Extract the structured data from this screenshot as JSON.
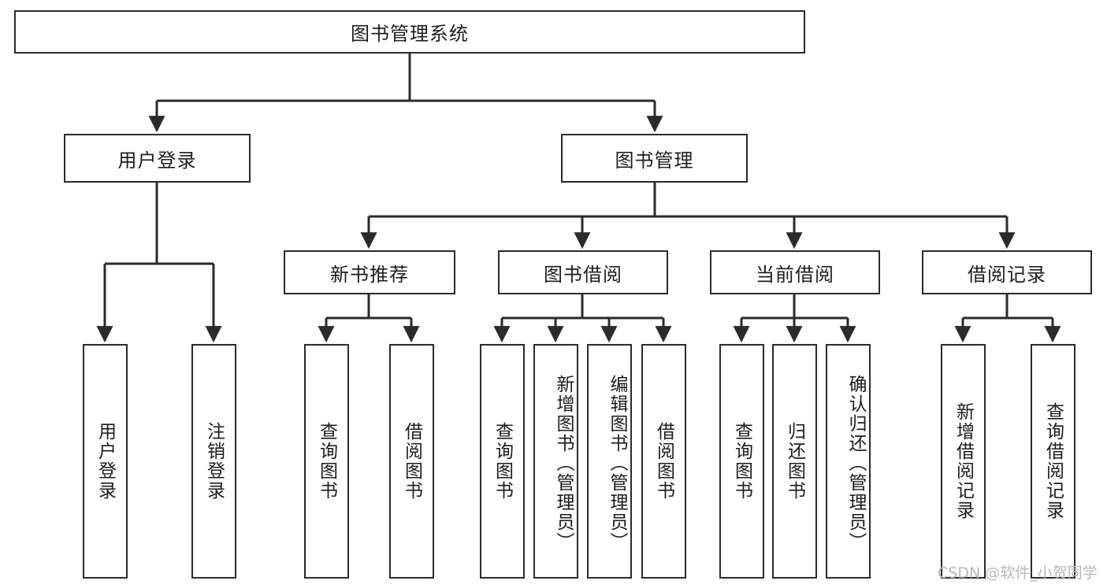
{
  "diagram": {
    "title": "图书管理系统",
    "type": "hierarchy-tree",
    "colors": {
      "box_border": "#2b2b2b",
      "box_fill": "#ffffff",
      "line": "#2b2b2b",
      "text": "#1d1d1d",
      "watermark": "#b8b8b8",
      "background": "#ffffff"
    },
    "root": {
      "label": "图书管理系统"
    },
    "level2": [
      {
        "id": "user-login",
        "label": "用户登录"
      },
      {
        "id": "book-manage",
        "label": "图书管理"
      }
    ],
    "level3": [
      {
        "id": "new-book-recommend",
        "label": "新书推荐"
      },
      {
        "id": "book-borrow",
        "label": "图书借阅"
      },
      {
        "id": "current-borrow",
        "label": "当前借阅"
      },
      {
        "id": "borrow-record",
        "label": "借阅记录"
      }
    ],
    "leaves": {
      "user_login": [
        {
          "id": "leaf-user-login",
          "label": "用户登录"
        },
        {
          "id": "leaf-logout",
          "label": "注销登录"
        }
      ],
      "new_book_recommend": [
        {
          "id": "leaf-query-book-1",
          "label": "查询图书"
        },
        {
          "id": "leaf-borrow-book-1",
          "label": "借阅图书"
        }
      ],
      "book_borrow": [
        {
          "id": "leaf-query-book-2",
          "label": "查询图书"
        },
        {
          "id": "leaf-add-book-admin",
          "label": "新增图书（管理员）"
        },
        {
          "id": "leaf-edit-book-admin",
          "label": "编辑图书（管理员）"
        },
        {
          "id": "leaf-borrow-book-2",
          "label": "借阅图书"
        }
      ],
      "current_borrow": [
        {
          "id": "leaf-query-book-3",
          "label": "查询图书"
        },
        {
          "id": "leaf-return-book",
          "label": "归还图书"
        },
        {
          "id": "leaf-confirm-return-admin",
          "label": "确认归还（管理员）"
        }
      ],
      "borrow_record": [
        {
          "id": "leaf-add-borrow-record",
          "label": "新增借阅记录"
        },
        {
          "id": "leaf-query-borrow-record",
          "label": "查询借阅记录"
        }
      ]
    }
  },
  "watermark": {
    "text": "CSDN @软件_小贺同学"
  }
}
